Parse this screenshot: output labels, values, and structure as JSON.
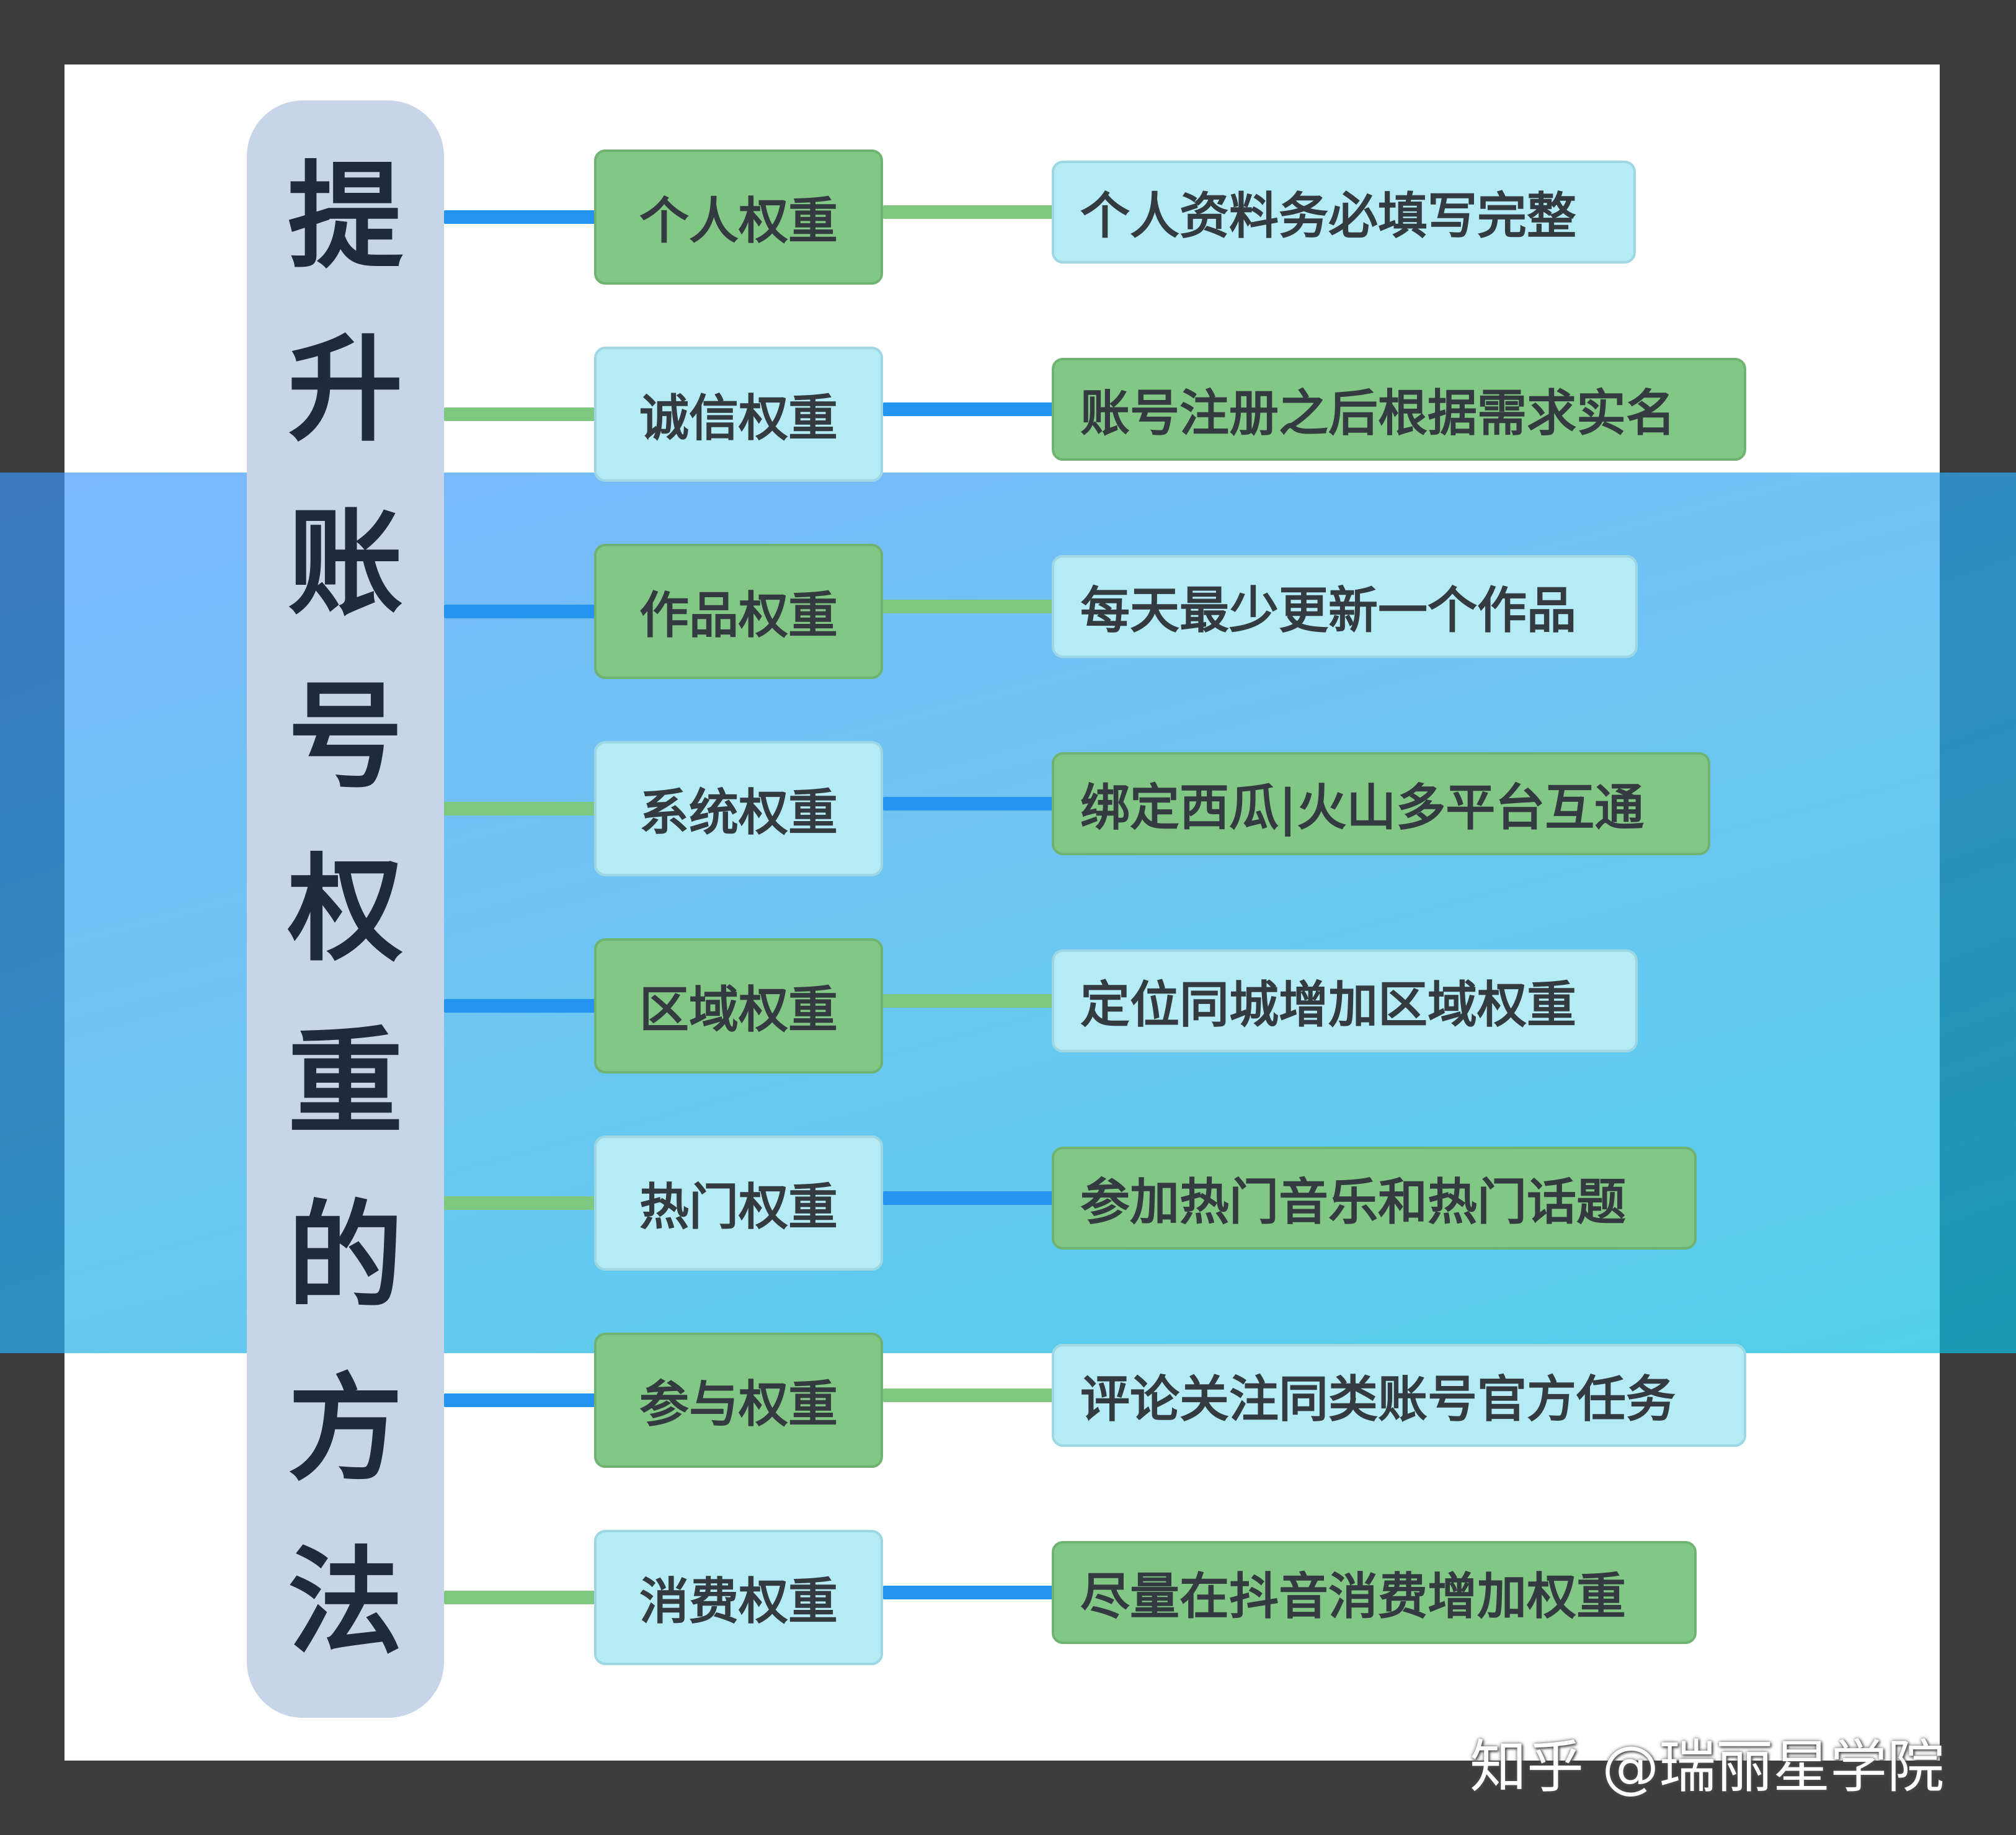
{
  "root": {
    "title": "提升账号权重的方法"
  },
  "branches": [
    {
      "label": "个人权重",
      "detail": "个人资料务必填写完整"
    },
    {
      "label": "诚信权重",
      "detail": "账号注册之后根据需求实名"
    },
    {
      "label": "作品权重",
      "detail": "每天最少更新一个作品"
    },
    {
      "label": "系统权重",
      "detail": "绑定西瓜|火山多平台互通"
    },
    {
      "label": "区域权重",
      "detail": "定位同城增加区域权重"
    },
    {
      "label": "热门权重",
      "detail": "参加热门音乐和热门话题"
    },
    {
      "label": "参与权重",
      "detail": "评论关注同类账号官方任务"
    },
    {
      "label": "消费权重",
      "detail": "尽量在抖音消费增加权重"
    }
  ],
  "watermark": "知乎 @瑞丽星学院",
  "colors": {
    "root_fill": "#c8d4e7",
    "node_green": "#82c785",
    "node_cyan": "#b4ebf5",
    "connector_blue": "#2594ee",
    "connector_green": "#7ec87f"
  }
}
